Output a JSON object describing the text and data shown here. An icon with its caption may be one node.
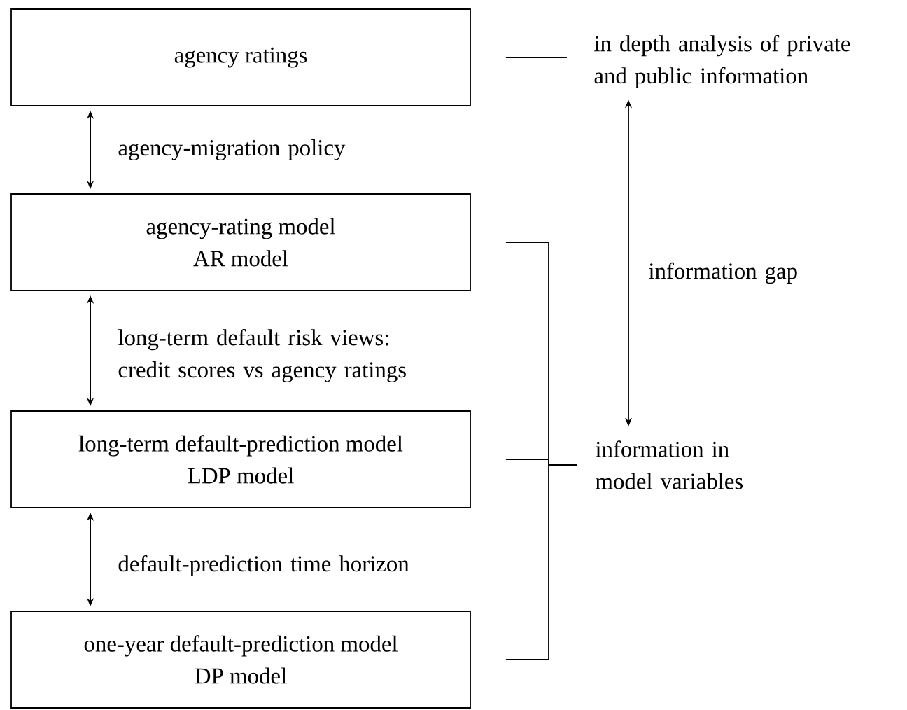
{
  "diagram": {
    "nodes": [
      {
        "text": [
          "agency ratings"
        ]
      },
      {
        "text": [
          "agency-rating model",
          "AR model"
        ]
      },
      {
        "text": [
          "long-term default-prediction model",
          "LDP model"
        ]
      },
      {
        "text": [
          "one-year default-prediction model",
          "DP model"
        ]
      },
      {
        "text": [
          "in depth analysis of private and public information"
        ]
      },
      {
        "text": [
          "information in model variables"
        ]
      }
    ],
    "edges": [
      {
        "from": 0,
        "to": 1,
        "arrow": "both",
        "label": "agency-migration policy"
      },
      {
        "from": 1,
        "to": 2,
        "arrow": "both",
        "label": "long-term default risk views: credit scores vs agency ratings"
      },
      {
        "from": 2,
        "to": 3,
        "arrow": "both",
        "label": "default-prediction time horizon"
      },
      {
        "from": 0,
        "to": 4,
        "arrow": "none"
      },
      {
        "from": 1,
        "to": 5,
        "arrow": "none"
      },
      {
        "from": 2,
        "to": 5,
        "arrow": "none"
      },
      {
        "from": 3,
        "to": 5,
        "arrow": "none"
      },
      {
        "from": 4,
        "to": 5,
        "arrow": "both",
        "label": "information gap"
      }
    ]
  }
}
